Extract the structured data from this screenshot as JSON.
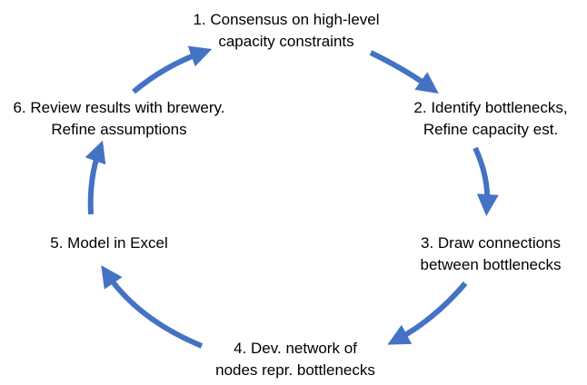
{
  "diagram": {
    "arrow_color": "#4472C4",
    "steps": [
      {
        "line1": "1. Consensus on high-level",
        "line2": "capacity constraints"
      },
      {
        "line1": "2. Identify bottlenecks,",
        "line2": "Refine capacity est."
      },
      {
        "line1": "3. Draw connections",
        "line2": "between bottlenecks"
      },
      {
        "line1": "4. Dev. network of",
        "line2": "nodes repr. bottlenecks"
      },
      {
        "line1": "5. Model in Excel",
        "line2": ""
      },
      {
        "line1": "6. Review results with brewery.",
        "line2": "Refine assumptions"
      }
    ]
  }
}
